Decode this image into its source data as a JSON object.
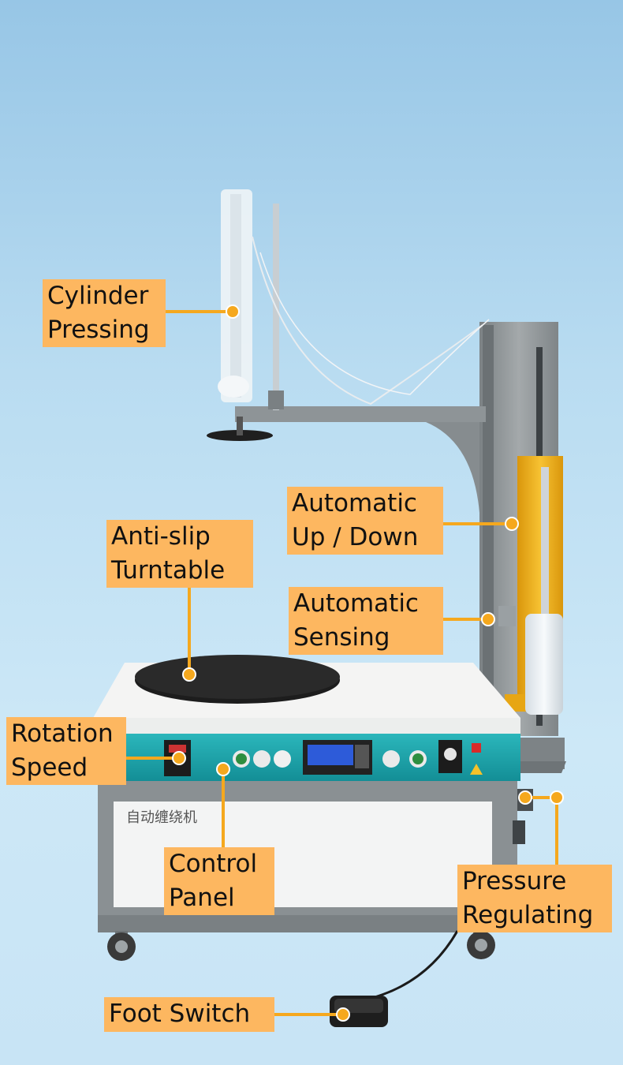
{
  "labels": {
    "cylinder_pressing": "Cylinder\nPressing",
    "automatic_up_down": "Automatic\nUp / Down",
    "anti_slip_turntable": "Anti-slip\nTurntable",
    "automatic_sensing": "Automatic\nSensing",
    "rotation_speed": "Rotation\nSpeed",
    "control_panel": "Control\nPanel",
    "pressure_regulating": "Pressure\nRegulating",
    "foot_switch": "Foot Switch"
  },
  "machine": {
    "brand_text": "自动缠绕机"
  },
  "colors": {
    "label_bg": "#fdb760",
    "leader": "#f5a81e",
    "panel_teal": "#1fa6ad",
    "frame_gray": "#8d9396",
    "mast_yellow": "#f1b21c"
  }
}
